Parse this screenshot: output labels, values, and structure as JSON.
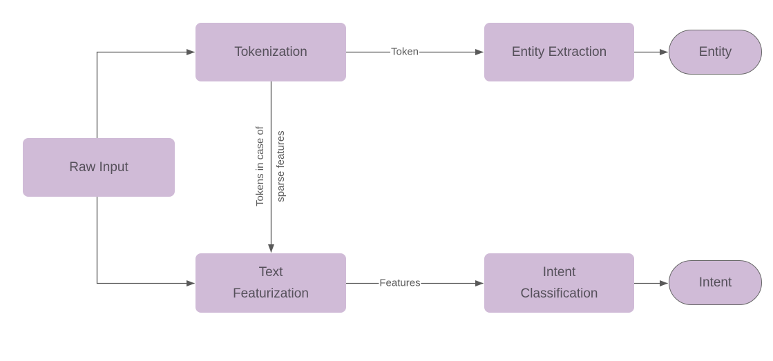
{
  "theme": {
    "canvas_bg": "#ffffff",
    "node_fill": "#d0bbd7",
    "node_text": "#55505a",
    "pill_border": "#666666",
    "line_color": "#595959",
    "edge_label_color": "#5b5b5b"
  },
  "nodes": {
    "raw_input": "Raw Input",
    "tokenization": "Tokenization",
    "entity_extraction": "Entity Extraction",
    "entity": "Entity",
    "text_featurization": "Text\nFeaturization",
    "intent_classification": "Intent\nClassification",
    "intent": "Intent"
  },
  "edge_labels": {
    "token": "Token",
    "features": "Features",
    "tokens_sparse": "Tokens in case of\nsparse features"
  }
}
